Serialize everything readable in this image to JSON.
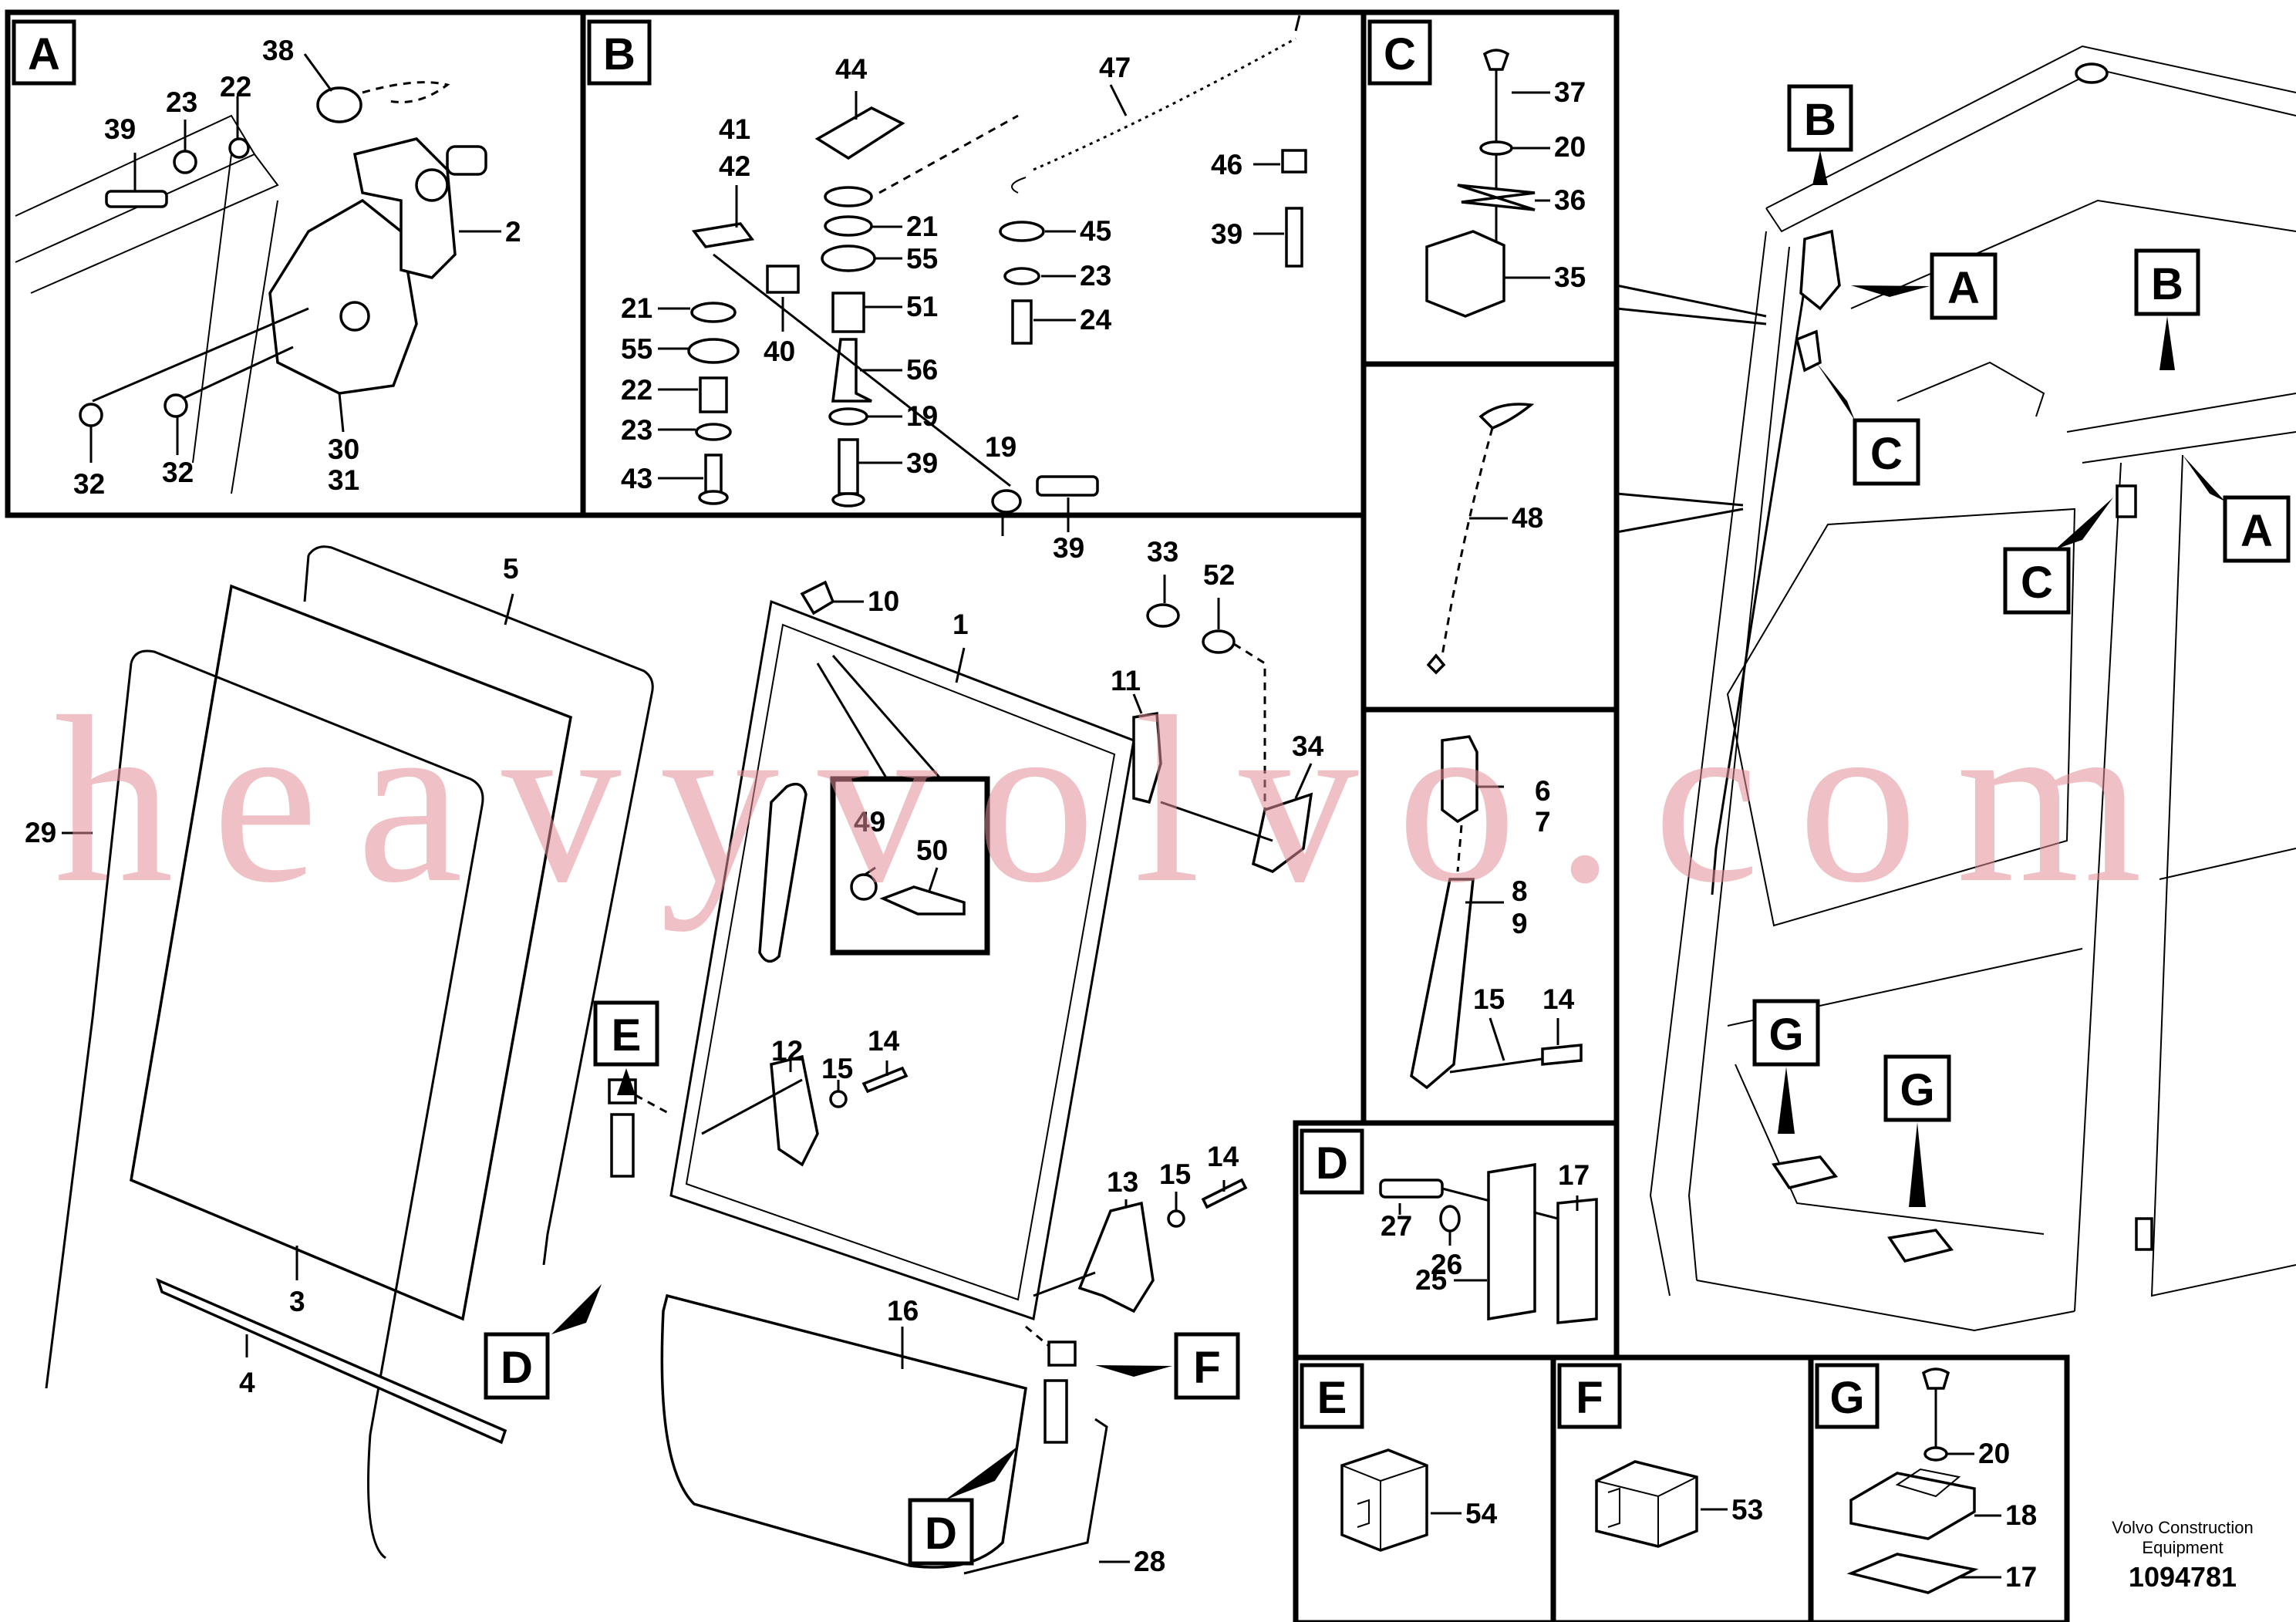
{
  "panels": {
    "A": {
      "tag": "A",
      "labels": [
        "39",
        "23",
        "22",
        "38",
        "2",
        "32",
        "32",
        "30",
        "31"
      ]
    },
    "B": {
      "tag": "B",
      "labels": [
        "44",
        "47",
        "41",
        "42",
        "21",
        "55",
        "51",
        "21",
        "55",
        "40",
        "56",
        "22",
        "19",
        "23",
        "39",
        "43",
        "19",
        "39",
        "46",
        "45",
        "23",
        "24",
        "39"
      ]
    },
    "C": {
      "tag": "C",
      "labels": [
        "37",
        "20",
        "36",
        "35"
      ]
    },
    "cable": {
      "labels": [
        "48"
      ]
    },
    "latch": {
      "labels": [
        "6",
        "7",
        "8",
        "9",
        "15",
        "14"
      ]
    },
    "D": {
      "tag": "D",
      "labels": [
        "27",
        "26",
        "17",
        "25"
      ]
    },
    "E": {
      "tag": "E",
      "labels": [
        "54"
      ]
    },
    "F": {
      "tag": "F",
      "labels": [
        "53"
      ]
    },
    "G": {
      "tag": "G",
      "labels": [
        "20",
        "18",
        "17"
      ]
    }
  },
  "main": {
    "labels": [
      "5",
      "29",
      "3",
      "4",
      "10",
      "1",
      "33",
      "52",
      "11",
      "34",
      "49",
      "50",
      "12",
      "15",
      "14",
      "13",
      "15",
      "14",
      "16",
      "28"
    ],
    "callouts": [
      "E",
      "D",
      "F",
      "D"
    ]
  },
  "cab": {
    "callouts": [
      "B",
      "A",
      "B",
      "C",
      "C",
      "A",
      "G",
      "G"
    ]
  },
  "footer": {
    "maker": "Volvo Construction Equipment",
    "drawing_number": "1094781"
  },
  "watermark": "heavyvolvo.com"
}
